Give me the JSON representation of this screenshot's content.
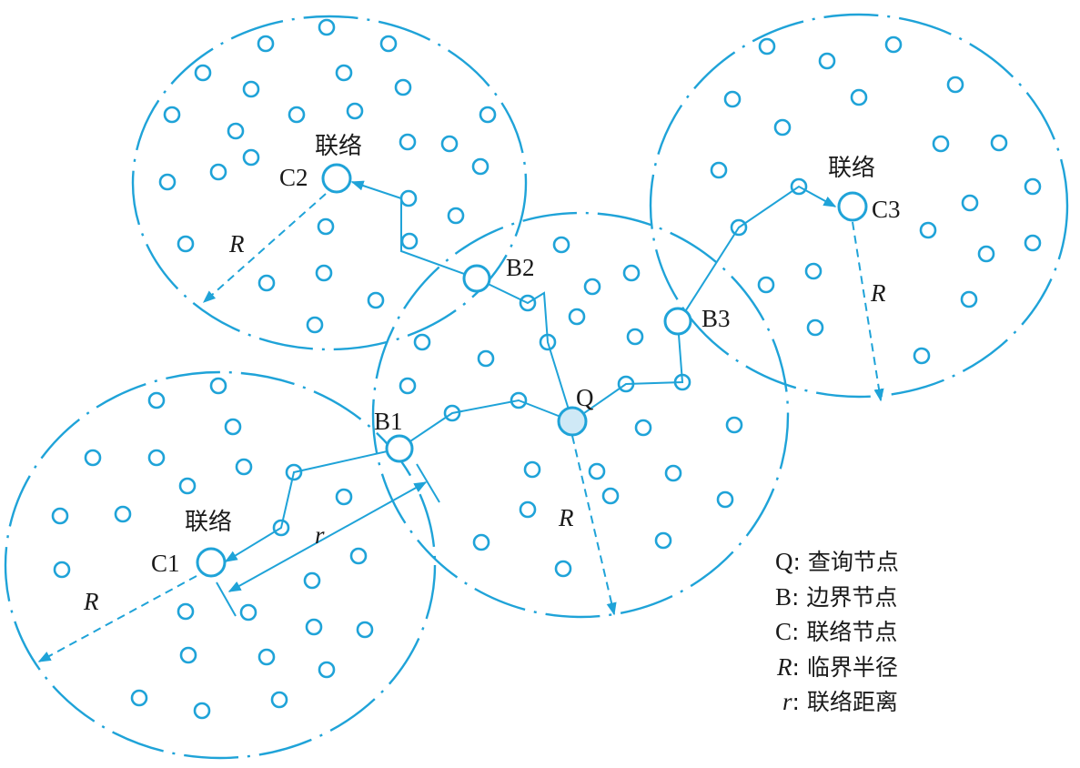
{
  "colors": {
    "accent": "#1fa3d8",
    "query_fill": "#cfe9f6",
    "text": "#1a1a1a"
  },
  "labels": {
    "query": "Q",
    "border_b1": "B1",
    "border_b2": "B2",
    "border_b3": "B3",
    "contact_c1": "C1",
    "contact_c2": "C2",
    "contact_c3": "C3",
    "contact_word": "联络",
    "critical_radius": "R",
    "contact_distance": "r"
  },
  "legend": [
    {
      "key": "Q",
      "sep": ": ",
      "text": "查询节点",
      "italic": false
    },
    {
      "key": "B",
      "sep": ": ",
      "text": "边界节点",
      "italic": false
    },
    {
      "key": "C",
      "sep": ": ",
      "text": "联络节点",
      "italic": false
    },
    {
      "key": "R",
      "sep": ": ",
      "text": "临界半径",
      "italic": true
    },
    {
      "key": "r",
      "sep": ": ",
      "text": "联络距离",
      "italic": true
    }
  ]
}
